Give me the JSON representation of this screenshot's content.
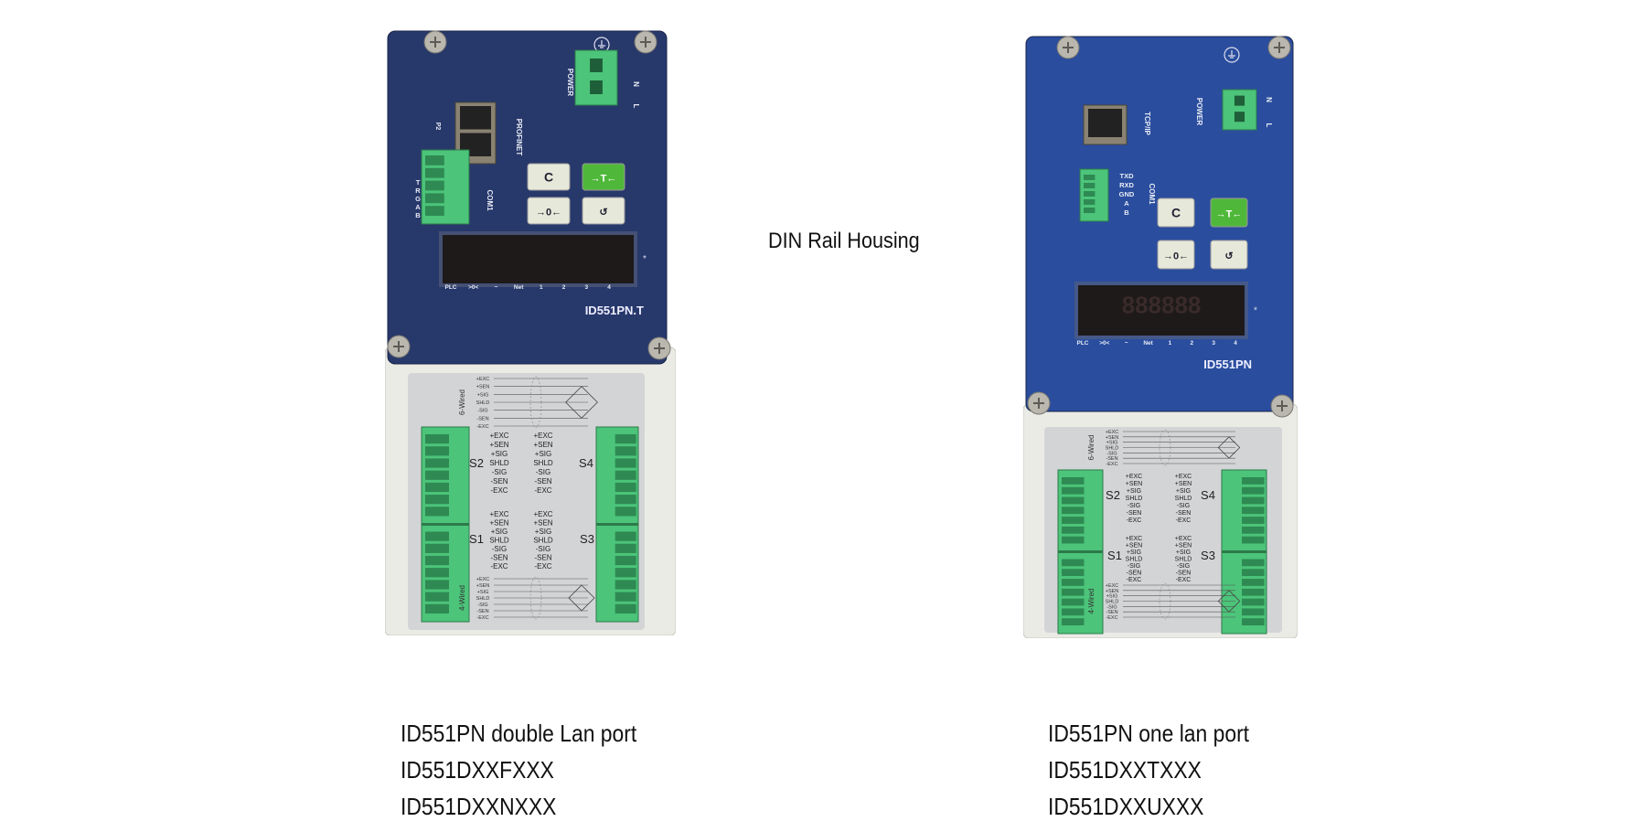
{
  "heading": "DIN Rail Housing",
  "keys": [
    "C",
    "→T←",
    "→0←",
    "↺"
  ],
  "indicators": [
    "PLC",
    ">0<",
    "~",
    "Net",
    "1",
    "2",
    "3",
    "4"
  ],
  "sensor_pins": [
    "+EXC",
    "+SEN",
    "+SIG",
    "SHLD",
    "-SIG",
    "-SEN",
    "-EXC"
  ],
  "channels": [
    "S1",
    "S2",
    "S3",
    "S4"
  ],
  "wiring": [
    "6-Wired",
    "4-Wired"
  ],
  "power_label": "POWER",
  "power_pins": [
    "N",
    "L"
  ],
  "com_label": "COM1",
  "colors": {
    "panel_left": "#27386b",
    "panel_right": "#2a4d9e",
    "terminal": "#4cc47a",
    "tare_key": "#4fb83a"
  },
  "devices": [
    {
      "model": "ID551PN.T",
      "port_label": "PROFINET",
      "port2_label": "P2",
      "com_pins": [
        "T",
        "R",
        "G",
        "A",
        "B"
      ],
      "display_digits": "",
      "captions": [
        "ID551PN double Lan port",
        "ID551DXXFXXX",
        "ID551DXXNXXX"
      ]
    },
    {
      "model": "ID551PN",
      "port_label": "TCP/IP",
      "port2_label": "",
      "com_pins": [
        "TXD",
        "RXD",
        "GND",
        "A",
        "B"
      ],
      "display_digits": "888888",
      "captions": [
        "ID551PN  one  lan port",
        "ID551DXXTXXX",
        "ID551DXXUXXX"
      ]
    }
  ]
}
